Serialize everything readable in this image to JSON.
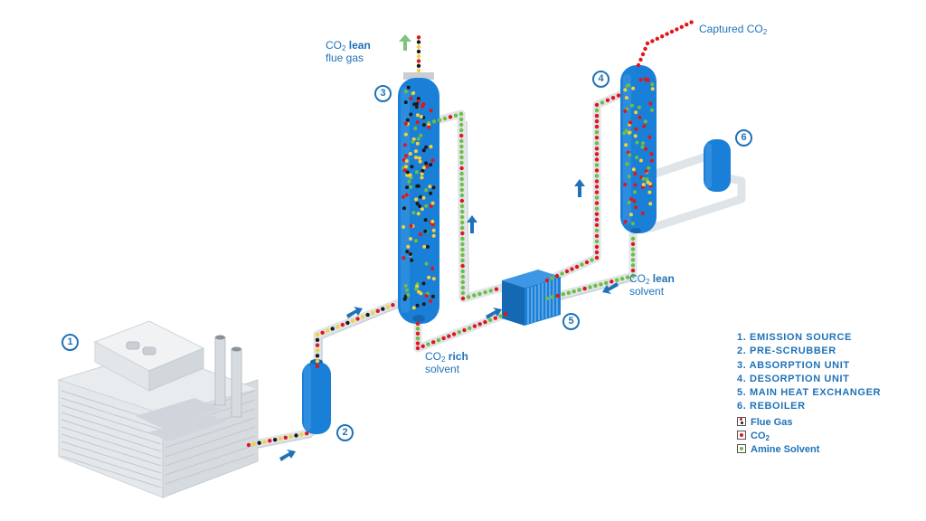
{
  "labels": {
    "lean_flue_co2": "CO",
    "lean_flue_sub": "2",
    "lean_flue_bold": "lean",
    "lean_flue_line2": "flue gas",
    "captured": "Captured CO",
    "captured_sub": "2",
    "rich_co2": "CO",
    "rich_sub": "2",
    "rich_bold": "rich",
    "rich_line2": "solvent",
    "lean_solv_co2": "CO",
    "lean_solv_sub": "2",
    "lean_solv_bold": "lean",
    "lean_solv_line2": "solvent"
  },
  "numbers": [
    "1",
    "2",
    "3",
    "4",
    "5",
    "6"
  ],
  "legend": {
    "items": [
      "1. EMISSION SOURCE",
      "2. PRE-SCRUBBER",
      "3. ABSORPTION UNIT",
      "4. DESORPTION UNIT",
      "5. MAIN HEAT EXCHANGER",
      "6. REBOILER"
    ],
    "keys": [
      {
        "label": "Flue Gas",
        "sub": ""
      },
      {
        "label": "CO",
        "sub": "2"
      },
      {
        "label": "Amine Solvent",
        "sub": ""
      }
    ]
  },
  "colors": {
    "vessel_blue": "#1a7fd6",
    "pipe_grey": "#dfe4e8",
    "text_blue": "#1f72b8",
    "co2_red": "#e3141c",
    "flue_yellow": "#f4d13c",
    "flue_black": "#1a1a1a",
    "amine_green": "#6cbf3f",
    "arrow_green": "#7fc37e"
  }
}
